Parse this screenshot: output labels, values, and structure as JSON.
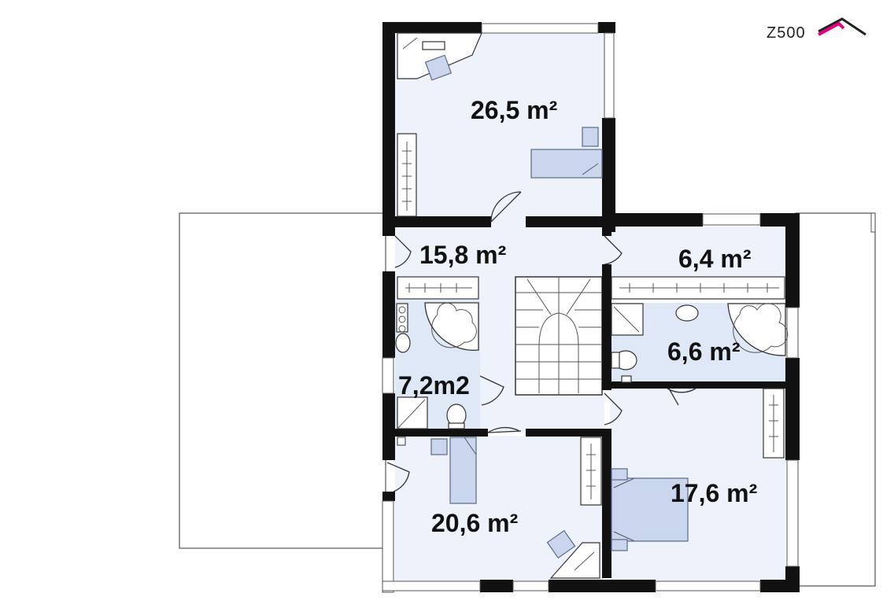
{
  "logo": {
    "text": "Z500",
    "accent": "#e5007d"
  },
  "colors": {
    "room_fill": "#eef2fb",
    "wall": "#111111",
    "furniture": "#c9d6ee"
  },
  "rooms": {
    "room_top": "26,5 m²",
    "hall": "15,8 m²",
    "small_right": "6,4 m²",
    "bath_left": "7,2m2",
    "bath_right": "6,6 m²",
    "bedroom_right": "17,6 m²",
    "room_bottom": "20,6 m²"
  }
}
